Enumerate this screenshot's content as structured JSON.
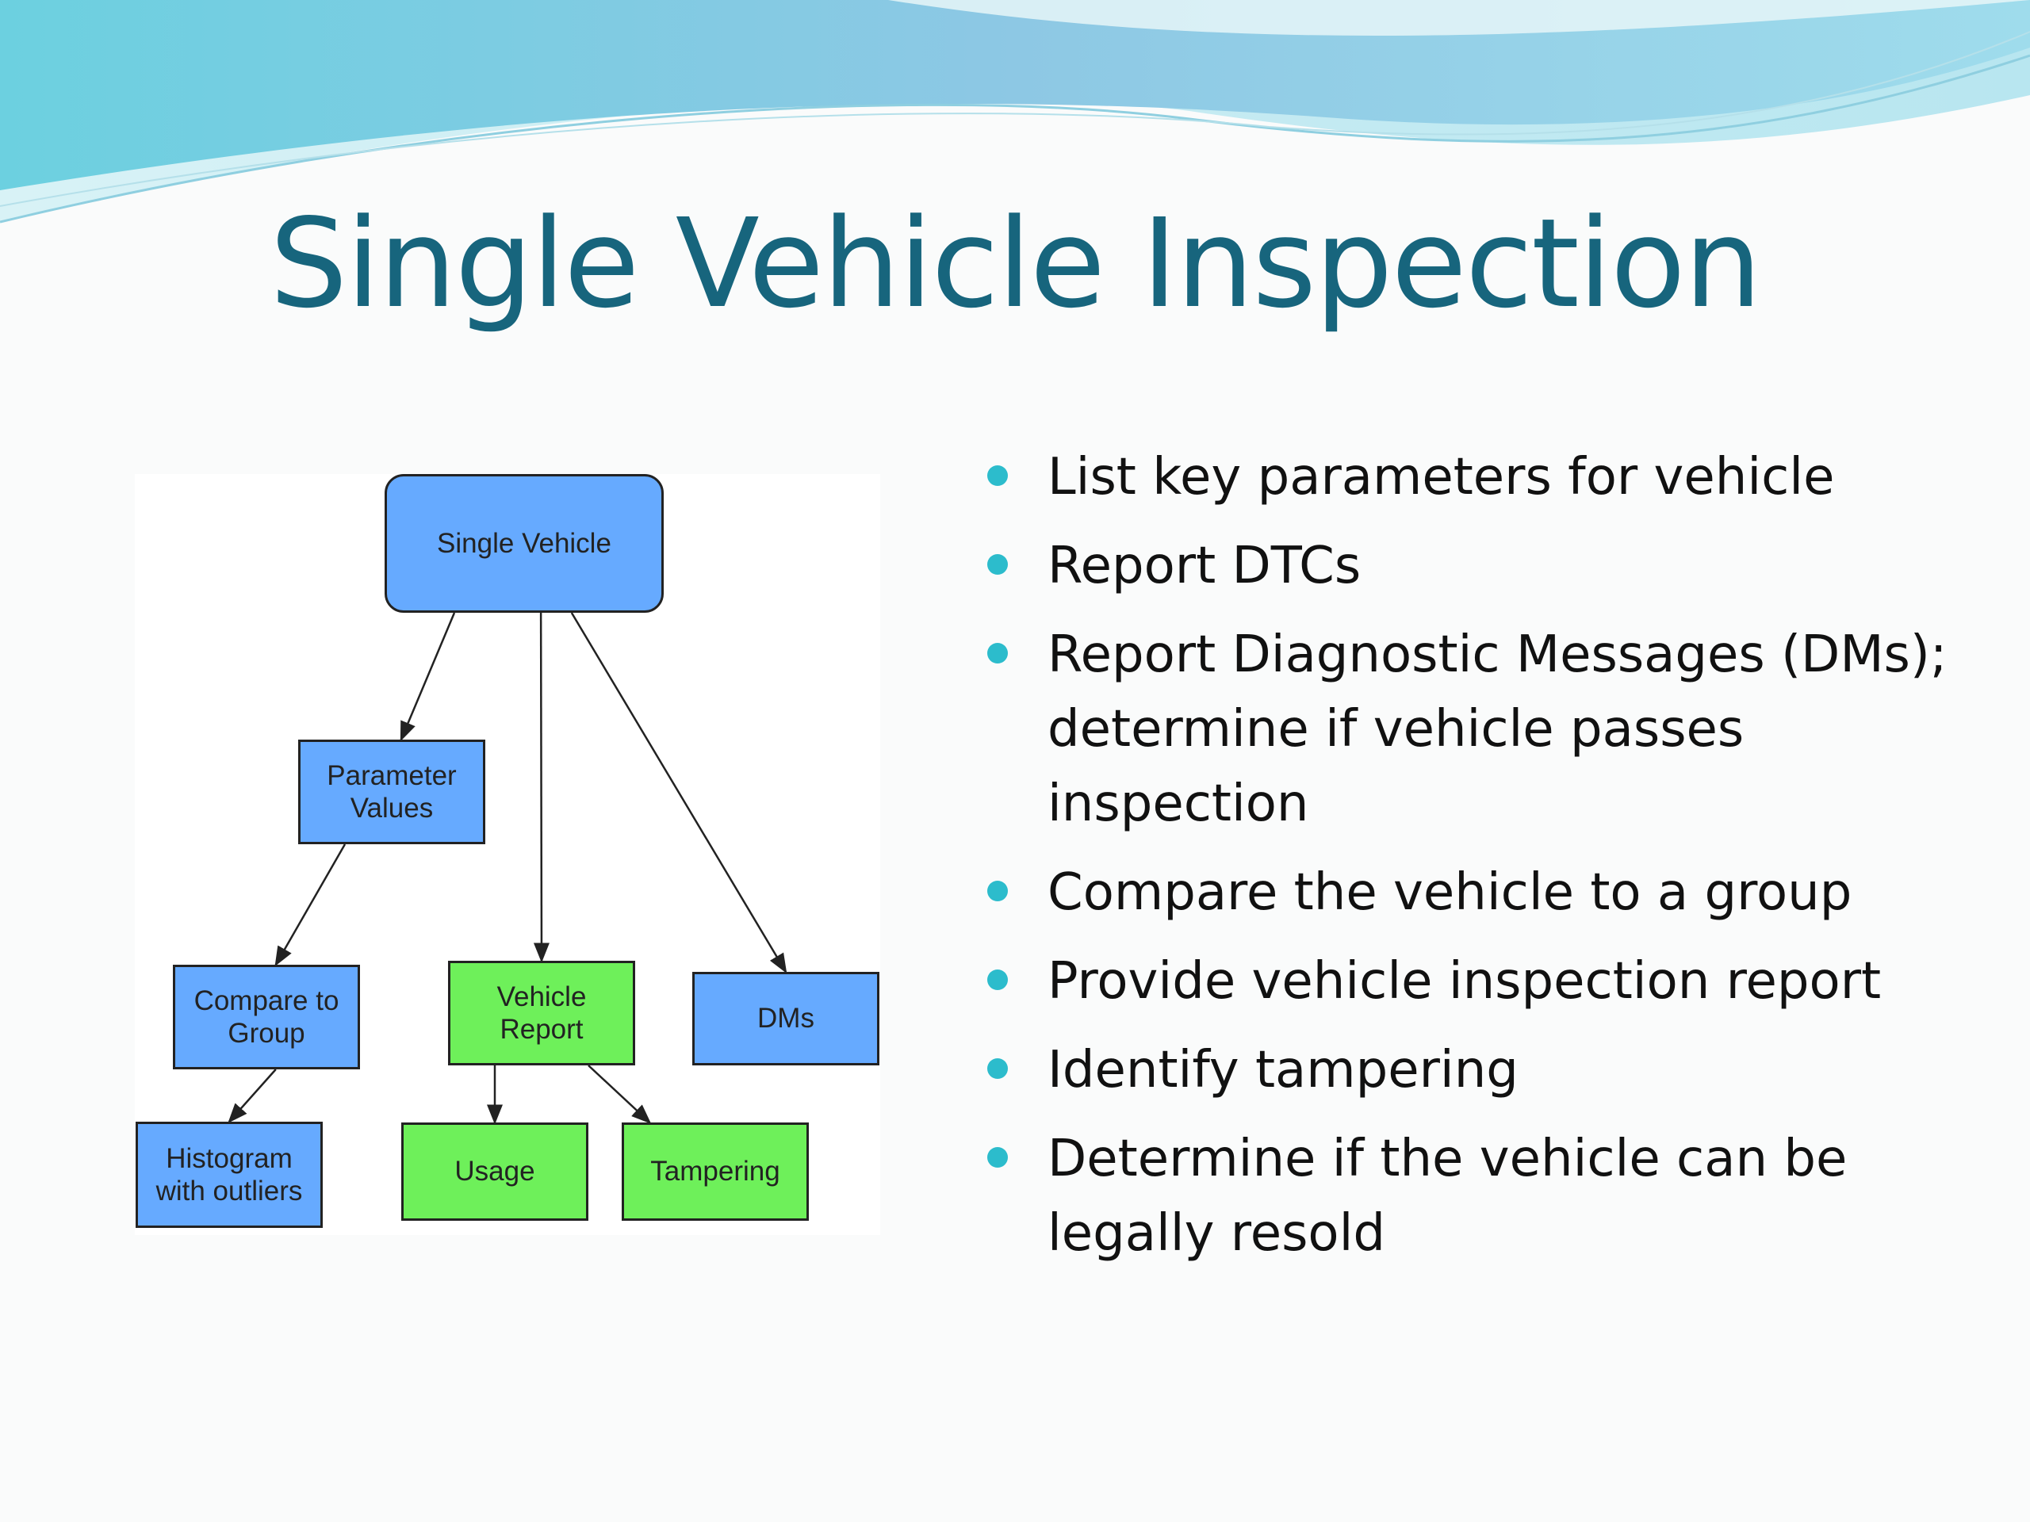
{
  "title": "Single Vehicle Inspection",
  "colors": {
    "title": "#17657d",
    "bullet": "#2cbccc",
    "node_blue": "#66aaff",
    "node_green": "#6ef05a",
    "wave_dark": "#5cc0d8",
    "wave_light": "#a8e2ec"
  },
  "diagram": {
    "nodes": [
      {
        "id": "single-vehicle",
        "label": "Single Vehicle",
        "color": "blue"
      },
      {
        "id": "parameter-values",
        "label": "Parameter\nValues",
        "color": "blue"
      },
      {
        "id": "vehicle-report",
        "label": "Vehicle\nReport",
        "color": "green"
      },
      {
        "id": "dms",
        "label": "DMs",
        "color": "blue"
      },
      {
        "id": "compare-to-group",
        "label": "Compare to\nGroup",
        "color": "blue"
      },
      {
        "id": "histogram",
        "label": "Histogram\nwith outliers",
        "color": "blue"
      },
      {
        "id": "usage",
        "label": "Usage",
        "color": "green"
      },
      {
        "id": "tampering",
        "label": "Tampering",
        "color": "green"
      }
    ],
    "edges": [
      {
        "from": "single-vehicle",
        "to": "parameter-values"
      },
      {
        "from": "single-vehicle",
        "to": "vehicle-report"
      },
      {
        "from": "single-vehicle",
        "to": "dms"
      },
      {
        "from": "parameter-values",
        "to": "compare-to-group"
      },
      {
        "from": "compare-to-group",
        "to": "histogram"
      },
      {
        "from": "vehicle-report",
        "to": "usage"
      },
      {
        "from": "vehicle-report",
        "to": "tampering"
      }
    ]
  },
  "bullets": [
    "List key parameters for vehicle",
    "Report DTCs",
    "Report Diagnostic Messages (DMs); determine if vehicle passes inspection",
    "Compare the vehicle to a group",
    "Provide vehicle inspection report",
    "Identify tampering",
    "Determine if the vehicle can be legally resold"
  ]
}
